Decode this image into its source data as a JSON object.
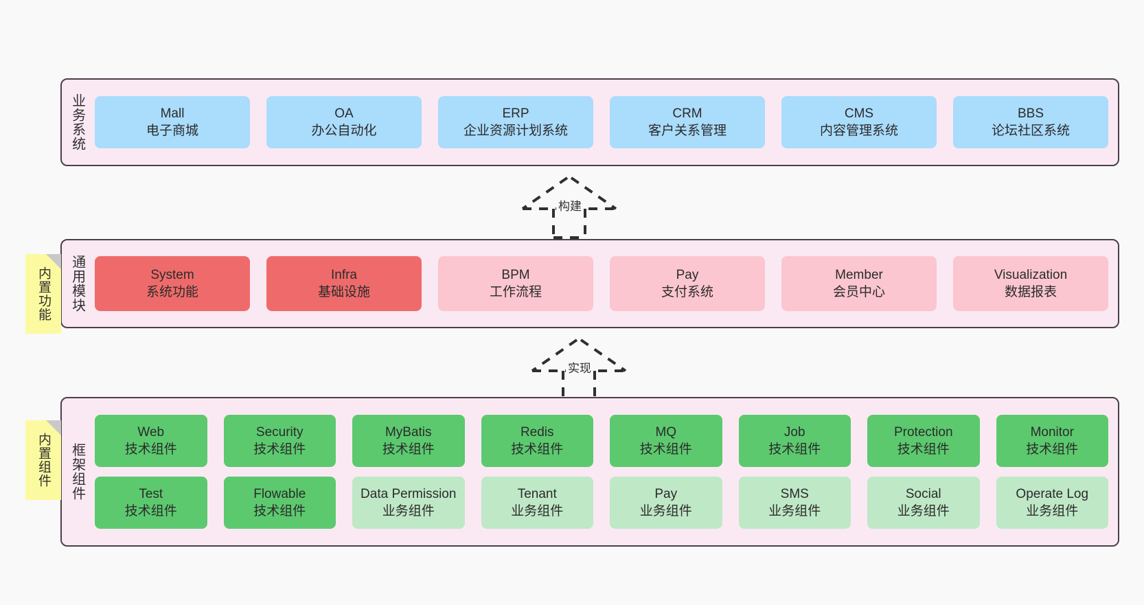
{
  "diagram": {
    "background_color": "#f9f9f9",
    "panel_color": "#fae9f3",
    "panel_border_color": "#4a3f4a",
    "sticky_color": "#fcfaa0"
  },
  "layers": [
    {
      "key": "business",
      "title": "业务系统",
      "sticky": null,
      "rows": [
        {
          "cards": [
            {
              "en": "Mall",
              "cn": "电子商城",
              "color": "#aadcfc",
              "style": "blue"
            },
            {
              "en": "OA",
              "cn": "办公自动化",
              "color": "#aadcfc",
              "style": "blue"
            },
            {
              "en": "ERP",
              "cn": "企业资源计划系统",
              "color": "#aadcfc",
              "style": "blue"
            },
            {
              "en": "CRM",
              "cn": "客户关系管理",
              "color": "#aadcfc",
              "style": "blue"
            },
            {
              "en": "CMS",
              "cn": "内容管理系统",
              "color": "#aadcfc",
              "style": "blue"
            },
            {
              "en": "BBS",
              "cn": "论坛社区系统",
              "color": "#aadcfc",
              "style": "blue"
            }
          ]
        }
      ]
    },
    {
      "key": "modules",
      "title": "通用模块",
      "sticky": "内置功能",
      "rows": [
        {
          "cards": [
            {
              "en": "System",
              "cn": "系统功能",
              "color": "#ef6b6b",
              "style": "red"
            },
            {
              "en": "Infra",
              "cn": "基础设施",
              "color": "#ef6b6b",
              "style": "red"
            },
            {
              "en": "BPM",
              "cn": "工作流程",
              "color": "#fbc6cf",
              "style": "pink"
            },
            {
              "en": "Pay",
              "cn": "支付系统",
              "color": "#fbc6cf",
              "style": "pink"
            },
            {
              "en": "Member",
              "cn": "会员中心",
              "color": "#fbc6cf",
              "style": "pink"
            },
            {
              "en": "Visualization",
              "cn": "数据报表",
              "color": "#fbc6cf",
              "style": "pink"
            }
          ]
        }
      ]
    },
    {
      "key": "framework",
      "title": "框架组件",
      "sticky": "内置组件",
      "rows": [
        {
          "cards": [
            {
              "en": "Web",
              "cn": "技术组件",
              "color": "#5cc96f",
              "style": "green"
            },
            {
              "en": "Security",
              "cn": "技术组件",
              "color": "#5cc96f",
              "style": "green"
            },
            {
              "en": "MyBatis",
              "cn": "技术组件",
              "color": "#5cc96f",
              "style": "green"
            },
            {
              "en": "Redis",
              "cn": "技术组件",
              "color": "#5cc96f",
              "style": "green"
            },
            {
              "en": "MQ",
              "cn": "技术组件",
              "color": "#5cc96f",
              "style": "green"
            },
            {
              "en": "Job",
              "cn": "技术组件",
              "color": "#5cc96f",
              "style": "green"
            },
            {
              "en": "Protection",
              "cn": "技术组件",
              "color": "#5cc96f",
              "style": "green"
            },
            {
              "en": "Monitor",
              "cn": "技术组件",
              "color": "#5cc96f",
              "style": "green"
            }
          ]
        },
        {
          "cards": [
            {
              "en": "Test",
              "cn": "技术组件",
              "color": "#5cc96f",
              "style": "green"
            },
            {
              "en": "Flowable",
              "cn": "技术组件",
              "color": "#5cc96f",
              "style": "green"
            },
            {
              "en": "Data Permission",
              "cn": "业务组件",
              "color": "#bfe8c7",
              "style": "green-soft",
              "wrap": true
            },
            {
              "en": "Tenant",
              "cn": "业务组件",
              "color": "#bfe8c7",
              "style": "green-soft"
            },
            {
              "en": "Pay",
              "cn": "业务组件",
              "color": "#bfe8c7",
              "style": "green-soft"
            },
            {
              "en": "SMS",
              "cn": "业务组件",
              "color": "#bfe8c7",
              "style": "green-soft"
            },
            {
              "en": "Social",
              "cn": "业务组件",
              "color": "#bfe8c7",
              "style": "green-soft"
            },
            {
              "en": "Operate Log",
              "cn": "业务组件",
              "color": "#bfe8c7",
              "style": "green-soft"
            }
          ]
        }
      ]
    }
  ],
  "connectors": [
    {
      "key": "build",
      "label": "构建"
    },
    {
      "key": "implement",
      "label": "实现"
    }
  ]
}
